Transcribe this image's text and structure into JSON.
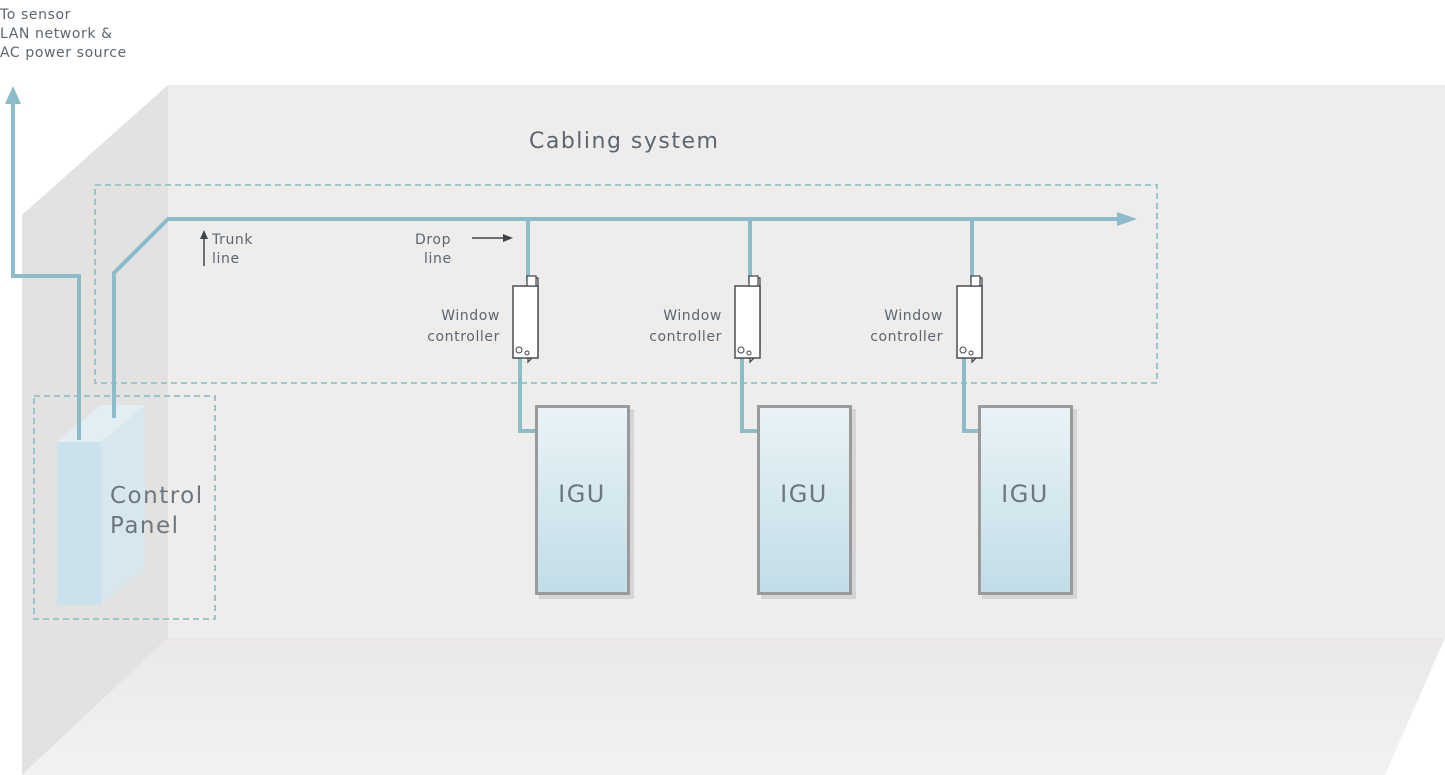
{
  "labels": {
    "source_line1": "To sensor",
    "source_line2": "LAN network &",
    "source_line3": "AC power source",
    "cabling_system": "Cabling system",
    "trunk_line1": "Trunk",
    "trunk_line2": "line",
    "drop_line1": "Drop",
    "drop_line2": "line",
    "control_panel_line1": "Control",
    "control_panel_line2": "Panel"
  },
  "controllers": [
    {
      "line1": "Window",
      "line2": "controller"
    },
    {
      "line1": "Window",
      "line2": "controller"
    },
    {
      "line1": "Window",
      "line2": "controller"
    }
  ],
  "igus": [
    {
      "label": "IGU"
    },
    {
      "label": "IGU"
    },
    {
      "label": "IGU"
    }
  ],
  "colors": {
    "cable": "#8bbcca",
    "wall": "#efecec",
    "glass": "#c9e2ec"
  }
}
